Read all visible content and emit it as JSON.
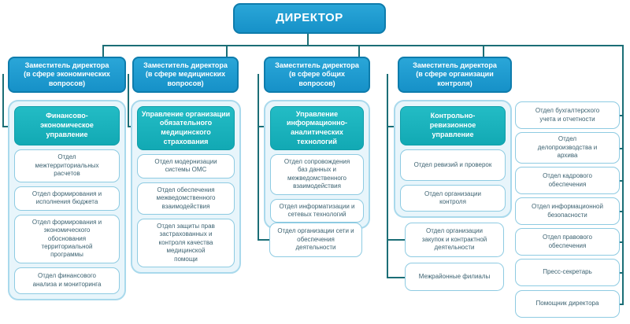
{
  "director": "ДИРЕКТОР",
  "columns": [
    {
      "deputy": "Заместитель директора\n(в сфере экономических\nвопросов)",
      "header": "Финансово-\nэкономическое\nуправление",
      "departments": [
        "Отдел\nмежтерриториальных\nрасчетов",
        "Отдел формирования и\nисполнения бюджета",
        "Отдел формирования и\nэкономического\nобоснования\nтерриториальной\nпрограммы",
        "Отдел финансового\nанализа и мониторинга"
      ],
      "detached": []
    },
    {
      "deputy": "Заместитель директора\n(в сфере медицинских\nвопросов)",
      "header": "Управление организации\nобязательного\nмедицинского\nстрахования",
      "departments": [
        "Отдел модернизации\nсистемы ОМС",
        "Отдел обеспечения\nмежведомственного\nвзаимодействия",
        "Отдел защиты прав\nзастрахованных и\nконтроля качества\nмедицинской\nпомощи"
      ],
      "detached": []
    },
    {
      "deputy": "Заместитель директора\n(в сфере общих\nвопросов)",
      "header": "Управление\nинформационно-\nаналитических\nтехнологий",
      "departments": [
        "Отдел сопровождения\nбаз данных и\nмежведомственного\nвзаимодействия",
        "Отдел информатизации и\nсетевых технологий"
      ],
      "detached": [
        "Отдел организации сети и\nобеспечения\nдеятельности"
      ]
    },
    {
      "deputy": "Заместитель директора\n(в сфере организации\nконтроля)",
      "header": "Контрольно-\nревизионное\nуправление",
      "departments": [
        "Отдел ревизий и проверок",
        "Отдел организации\nконтроля"
      ],
      "detached": [
        "Отдел организации\nзакупок и контрактной\nдеятельности",
        "Межрайонные филиалы"
      ]
    }
  ],
  "right_units": [
    "Отдел бухгалтерского\nучета и отчетности",
    "Отдел\nделопроизводства и\nархива",
    "Отдел кадрового\nобеспечения",
    "Отдел информационной\nбезопасности",
    "Отдел правового\nобеспечения",
    "Пресс-секретарь",
    "Помощник директора"
  ],
  "colors": {
    "primary_blue": "#1e9bd1",
    "teal_header": "#19b4bf",
    "connector_line": "#1b6e76",
    "container_bg": "#e8f5fb",
    "container_border": "#a9d9ec",
    "dept_border": "#8ecbe2",
    "dept_text": "#3b6170"
  }
}
